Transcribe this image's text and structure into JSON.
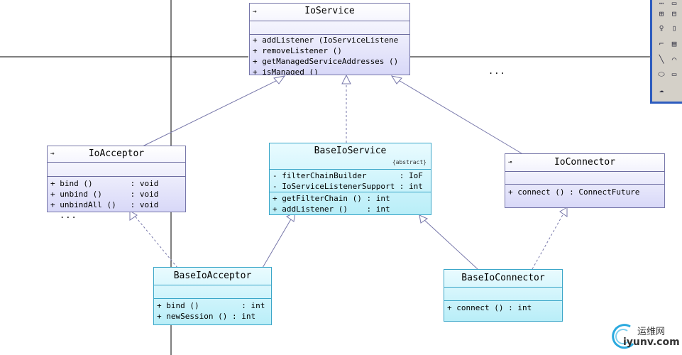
{
  "classes": {
    "ioservice": {
      "name": "IoService",
      "icon": "⊸",
      "ops": [
        "+ addListener (IoServiceListene",
        "+ removeListener ()",
        "+ getManagedServiceAddresses ()",
        "+ isManaged ()"
      ]
    },
    "ioacceptor": {
      "name": "IoAcceptor",
      "icon": "⊸",
      "ops": [
        "+ bind ()        : void",
        "+ unbind ()      : void",
        "+ unbindAll ()   : void"
      ]
    },
    "baseioservice": {
      "name": "BaseIoService",
      "stereotype": "{abstract}",
      "attrs": [
        "- filterChainBuilder       : IoF",
        "- IoServiceListenerSupport : int"
      ],
      "ops": [
        "+ getFilterChain () : int",
        "+ addListener ()    : int"
      ]
    },
    "ioconnector": {
      "name": "IoConnector",
      "icon": "⊸",
      "ops": [
        "+ connect () : ConnectFuture"
      ]
    },
    "baseioacceptor": {
      "name": "BaseIoAcceptor",
      "ops": [
        "+ bind ()         : int",
        "+ newSession () : int"
      ]
    },
    "baseioconnector": {
      "name": "BaseIoConnector",
      "ops": [
        "+ connect () : int"
      ]
    }
  },
  "ellipsis": [
    "...",
    "..."
  ],
  "watermark": {
    "cn": "运维网",
    "en": "iyunv.com"
  },
  "colors": {
    "lavender": "#d8d8f8",
    "cyan": "#b9eef8",
    "line": "#7777aa",
    "frame": "#2d5cbf"
  }
}
